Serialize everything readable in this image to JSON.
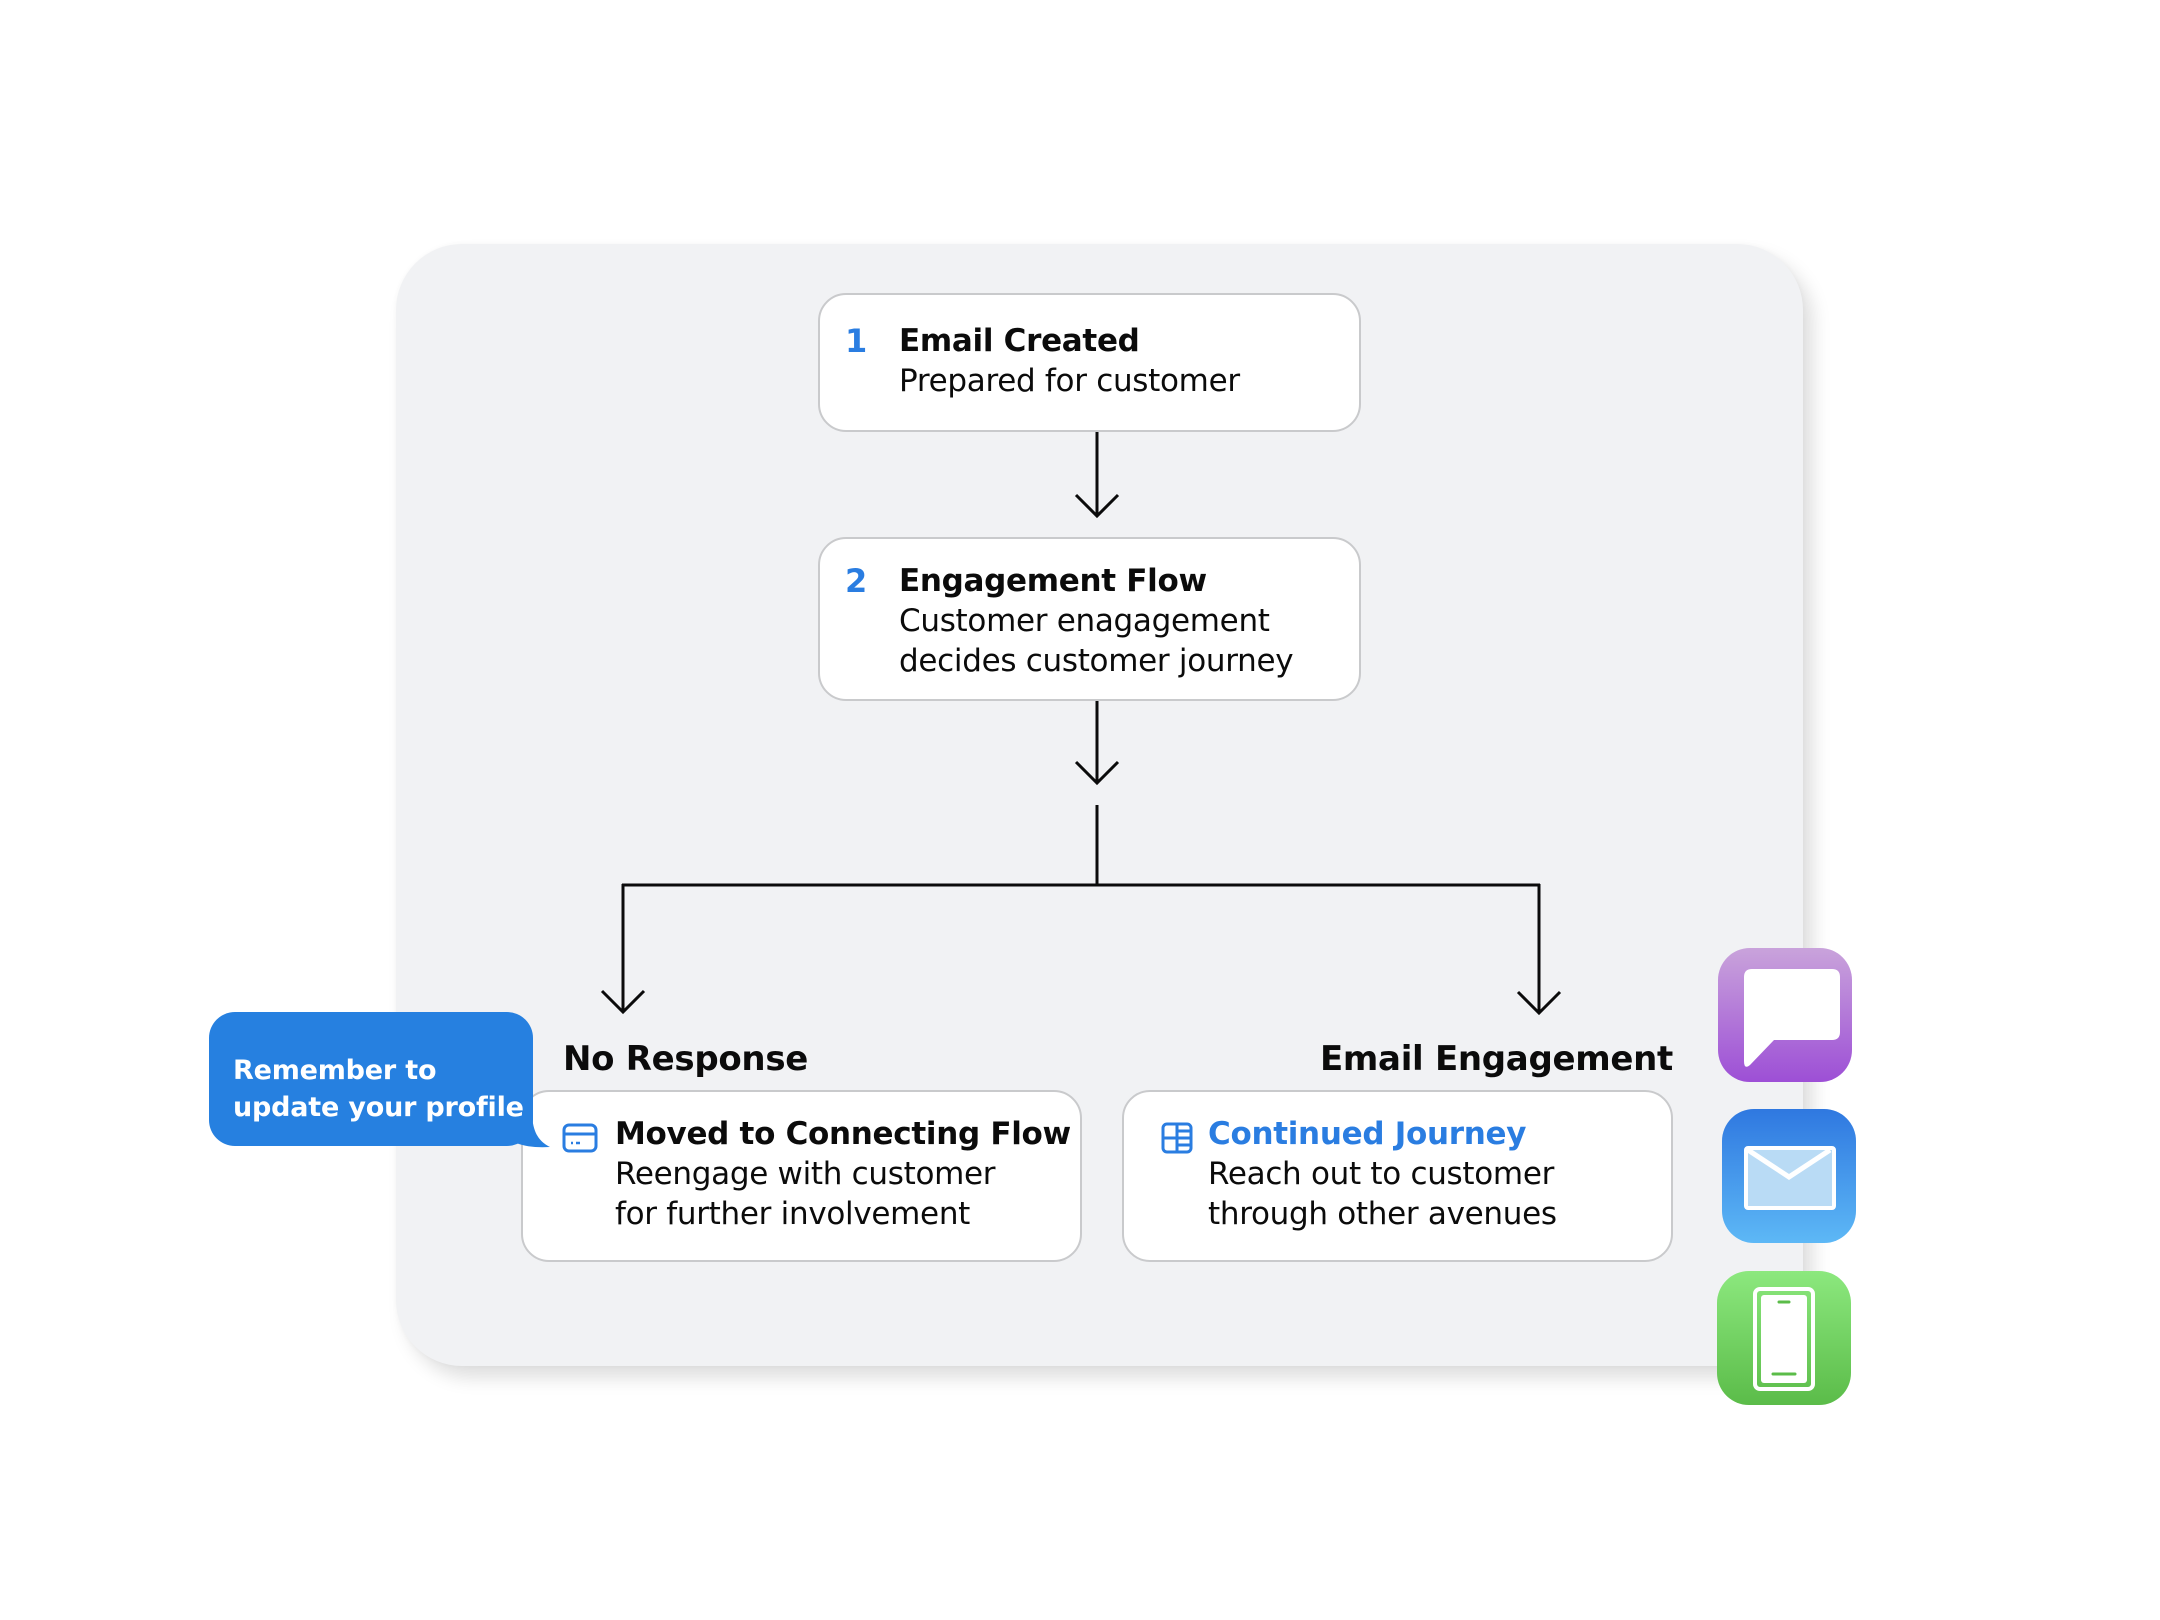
{
  "flow": {
    "steps": [
      {
        "number": "1",
        "title": "Email Created",
        "description_lines": [
          "Prepared for customer"
        ]
      },
      {
        "number": "2",
        "title": "Engagement Flow",
        "description_lines": [
          "Customer enagagement",
          "decides customer journey"
        ]
      }
    ],
    "branches": [
      {
        "label": "No Response",
        "icon": "card-icon",
        "title": "Moved to Connecting Flow",
        "description_lines": [
          "Reengage with customer",
          "for further involvement"
        ]
      },
      {
        "label": "Email Engagement",
        "icon": "grid-layout-icon",
        "title": "Continued Journey",
        "description_lines": [
          "Reach out to customer",
          "through other avenues"
        ]
      }
    ]
  },
  "tooltip_bubble": {
    "lines": [
      "Remember to",
      "update your profile"
    ]
  },
  "channel_icons": [
    {
      "name": "messages-icon",
      "color": "#a865d8"
    },
    {
      "name": "mail-icon",
      "color": "#3d8fe8"
    },
    {
      "name": "phone-icon",
      "color": "#6fcf5e"
    }
  ],
  "colors": {
    "accent": "#2a7de1",
    "panel_background": "#f1f2f4",
    "card_border": "#c9cacc",
    "bubble": "#2680e0"
  }
}
